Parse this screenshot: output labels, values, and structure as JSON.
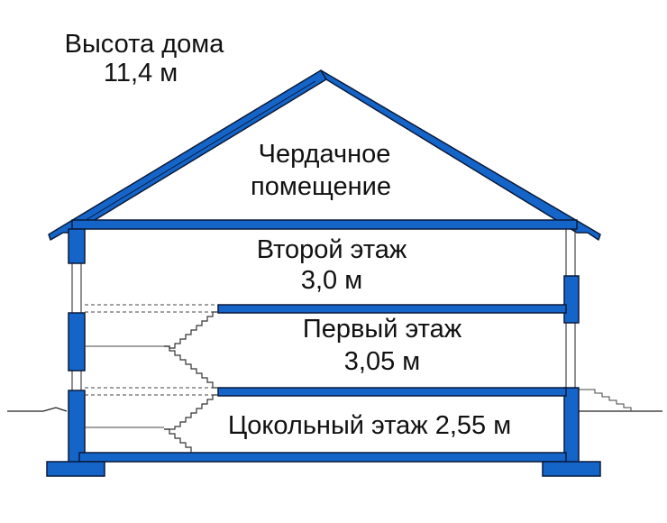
{
  "house_height": {
    "label": "Высота дома",
    "value": "11,4 м"
  },
  "attic": {
    "line1": "Чердачное",
    "line2": "помещение"
  },
  "second_floor": {
    "label": "Второй этаж",
    "height": "3,0 м"
  },
  "first_floor": {
    "label": "Первый этаж",
    "height": "3,05 м"
  },
  "basement": {
    "label": "Цокольный этаж 2,55 м"
  },
  "colors": {
    "structure_fill": "#1565c8",
    "outline": "#0a1a3a",
    "background": "#ffffff",
    "text": "#111111"
  }
}
